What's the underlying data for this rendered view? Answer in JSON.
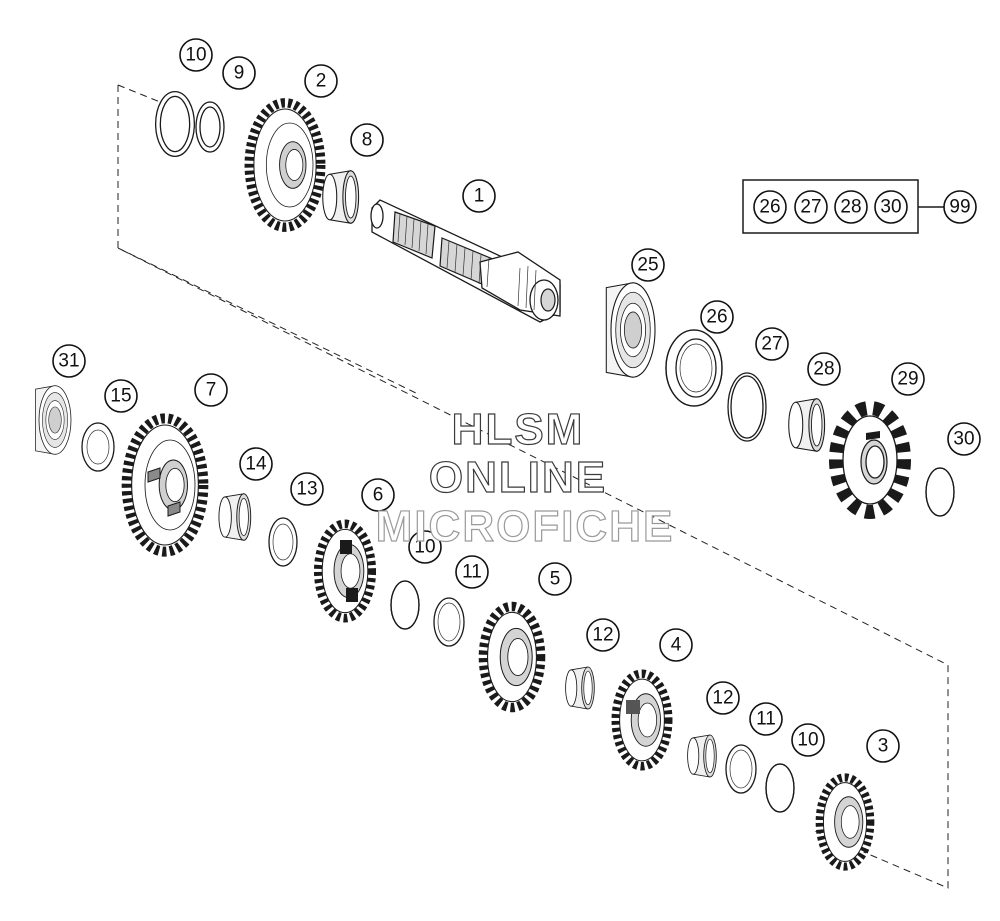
{
  "callouts": [
    {
      "id": "c1",
      "label": "1"
    },
    {
      "id": "c2",
      "label": "2"
    },
    {
      "id": "c3",
      "label": "3"
    },
    {
      "id": "c4",
      "label": "4"
    },
    {
      "id": "c5",
      "label": "5"
    },
    {
      "id": "c6",
      "label": "6"
    },
    {
      "id": "c7",
      "label": "7"
    },
    {
      "id": "c8",
      "label": "8"
    },
    {
      "id": "c9",
      "label": "9"
    },
    {
      "id": "c10a",
      "label": "10"
    },
    {
      "id": "c10b",
      "label": "10"
    },
    {
      "id": "c10c",
      "label": "10"
    },
    {
      "id": "c11a",
      "label": "11"
    },
    {
      "id": "c11b",
      "label": "11"
    },
    {
      "id": "c12a",
      "label": "12"
    },
    {
      "id": "c12b",
      "label": "12"
    },
    {
      "id": "c13",
      "label": "13"
    },
    {
      "id": "c14",
      "label": "14"
    },
    {
      "id": "c15",
      "label": "15"
    },
    {
      "id": "c25",
      "label": "25"
    },
    {
      "id": "c26",
      "label": "26"
    },
    {
      "id": "c27",
      "label": "27"
    },
    {
      "id": "c28",
      "label": "28"
    },
    {
      "id": "c29",
      "label": "29"
    },
    {
      "id": "c30",
      "label": "30"
    },
    {
      "id": "c31",
      "label": "31"
    }
  ],
  "kit": {
    "items": [
      "26",
      "27",
      "28",
      "30"
    ],
    "result": "99"
  },
  "watermark": {
    "line1": "HLSM",
    "line2": "ONLINE",
    "line3": "MICROFICHE"
  }
}
